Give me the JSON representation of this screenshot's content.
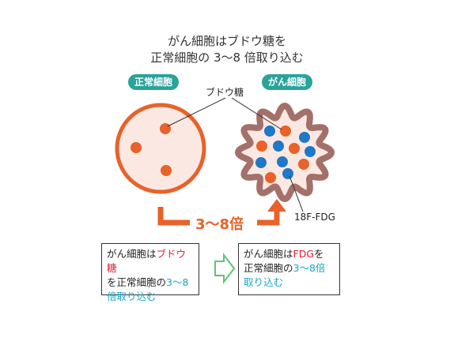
{
  "title": {
    "line1": "がん細胞はブドウ糖を",
    "line2": "正常細胞の 3～8 倍取り込む"
  },
  "labels": {
    "normal_cell": "正常細胞",
    "cancer_cell": "がん細胞",
    "glucose": "ブドウ糖",
    "fdg": "18F-FDG",
    "ratio": "3～8倍"
  },
  "box_left": {
    "part1": "がん細胞は",
    "highlight1": "ブドウ糖",
    "part2": "を正常細胞の",
    "highlight2": "3～8",
    "highlight3": "倍取り込む"
  },
  "box_right": {
    "part1": "がん細胞は",
    "highlight1": "FDG",
    "part2": "を",
    "part3": "正常細胞の",
    "highlight2": "3～8倍",
    "highlight3": "取り込む"
  },
  "colors": {
    "orange": "#e8622a",
    "blue": "#1f78c8",
    "teal": "#2aa39a",
    "cell_fill": "#fbe8e2",
    "cancer_outline": "#a4706a",
    "arrow_green": "#5cc47a"
  },
  "icons": {
    "right_arrow": "hollow-right-arrow-icon"
  }
}
